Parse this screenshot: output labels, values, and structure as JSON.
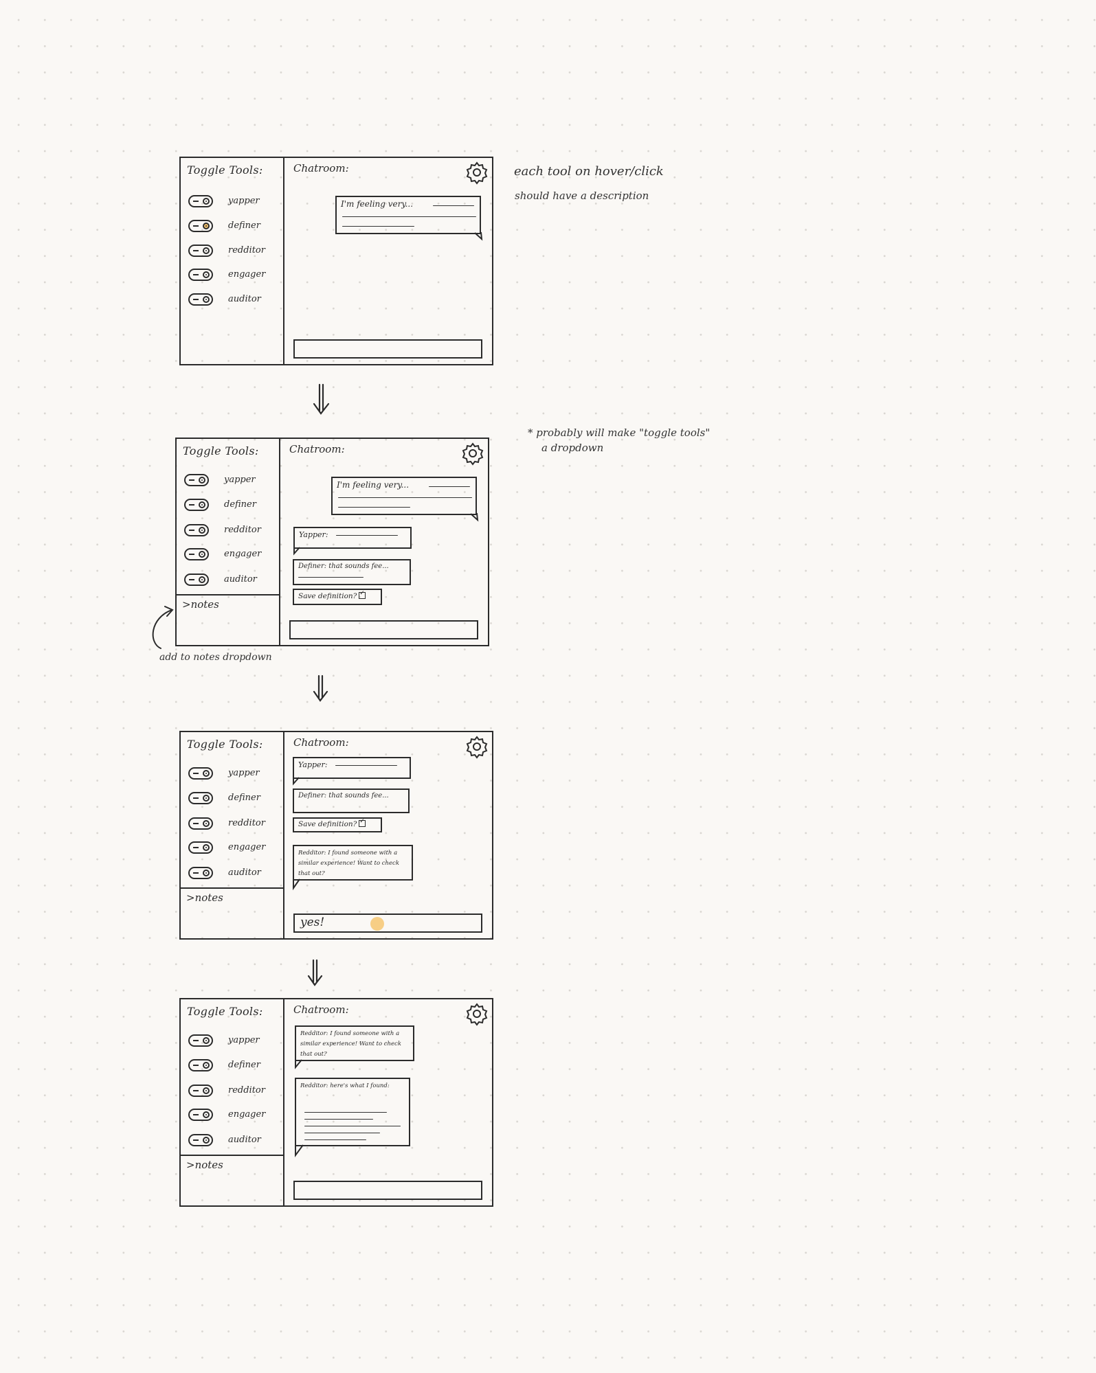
{
  "sidebar": {
    "title": "Toggle Tools:",
    "tools": [
      "yapper",
      "definer",
      "redditor",
      "engager",
      "auditor"
    ],
    "notes": ">notes"
  },
  "chat": {
    "title": "Chatroom:",
    "user_message": "I'm feeling very...",
    "yapper_prefix": "Yapper:",
    "definer_message": "Definer: that sounds fee...",
    "save_prompt": "Save definition?",
    "redditor_message": "Redditor: I found someone with a similar experience! Want to check that out?",
    "redditor_reply": "Redditor: here's what I found:",
    "input_reply": "yes!"
  },
  "annotations": {
    "hover_note_line1": "each tool on hover/click",
    "hover_note_line2": "should have a description",
    "dropdown_note_line1": "* probably will make \"toggle tools\"",
    "dropdown_note_line2": "a dropdown",
    "notes_callout": "add to notes dropdown"
  },
  "colors": {
    "ink": "#2b2b2b",
    "highlight": "#f3c26d",
    "paper": "#faf8f5"
  }
}
